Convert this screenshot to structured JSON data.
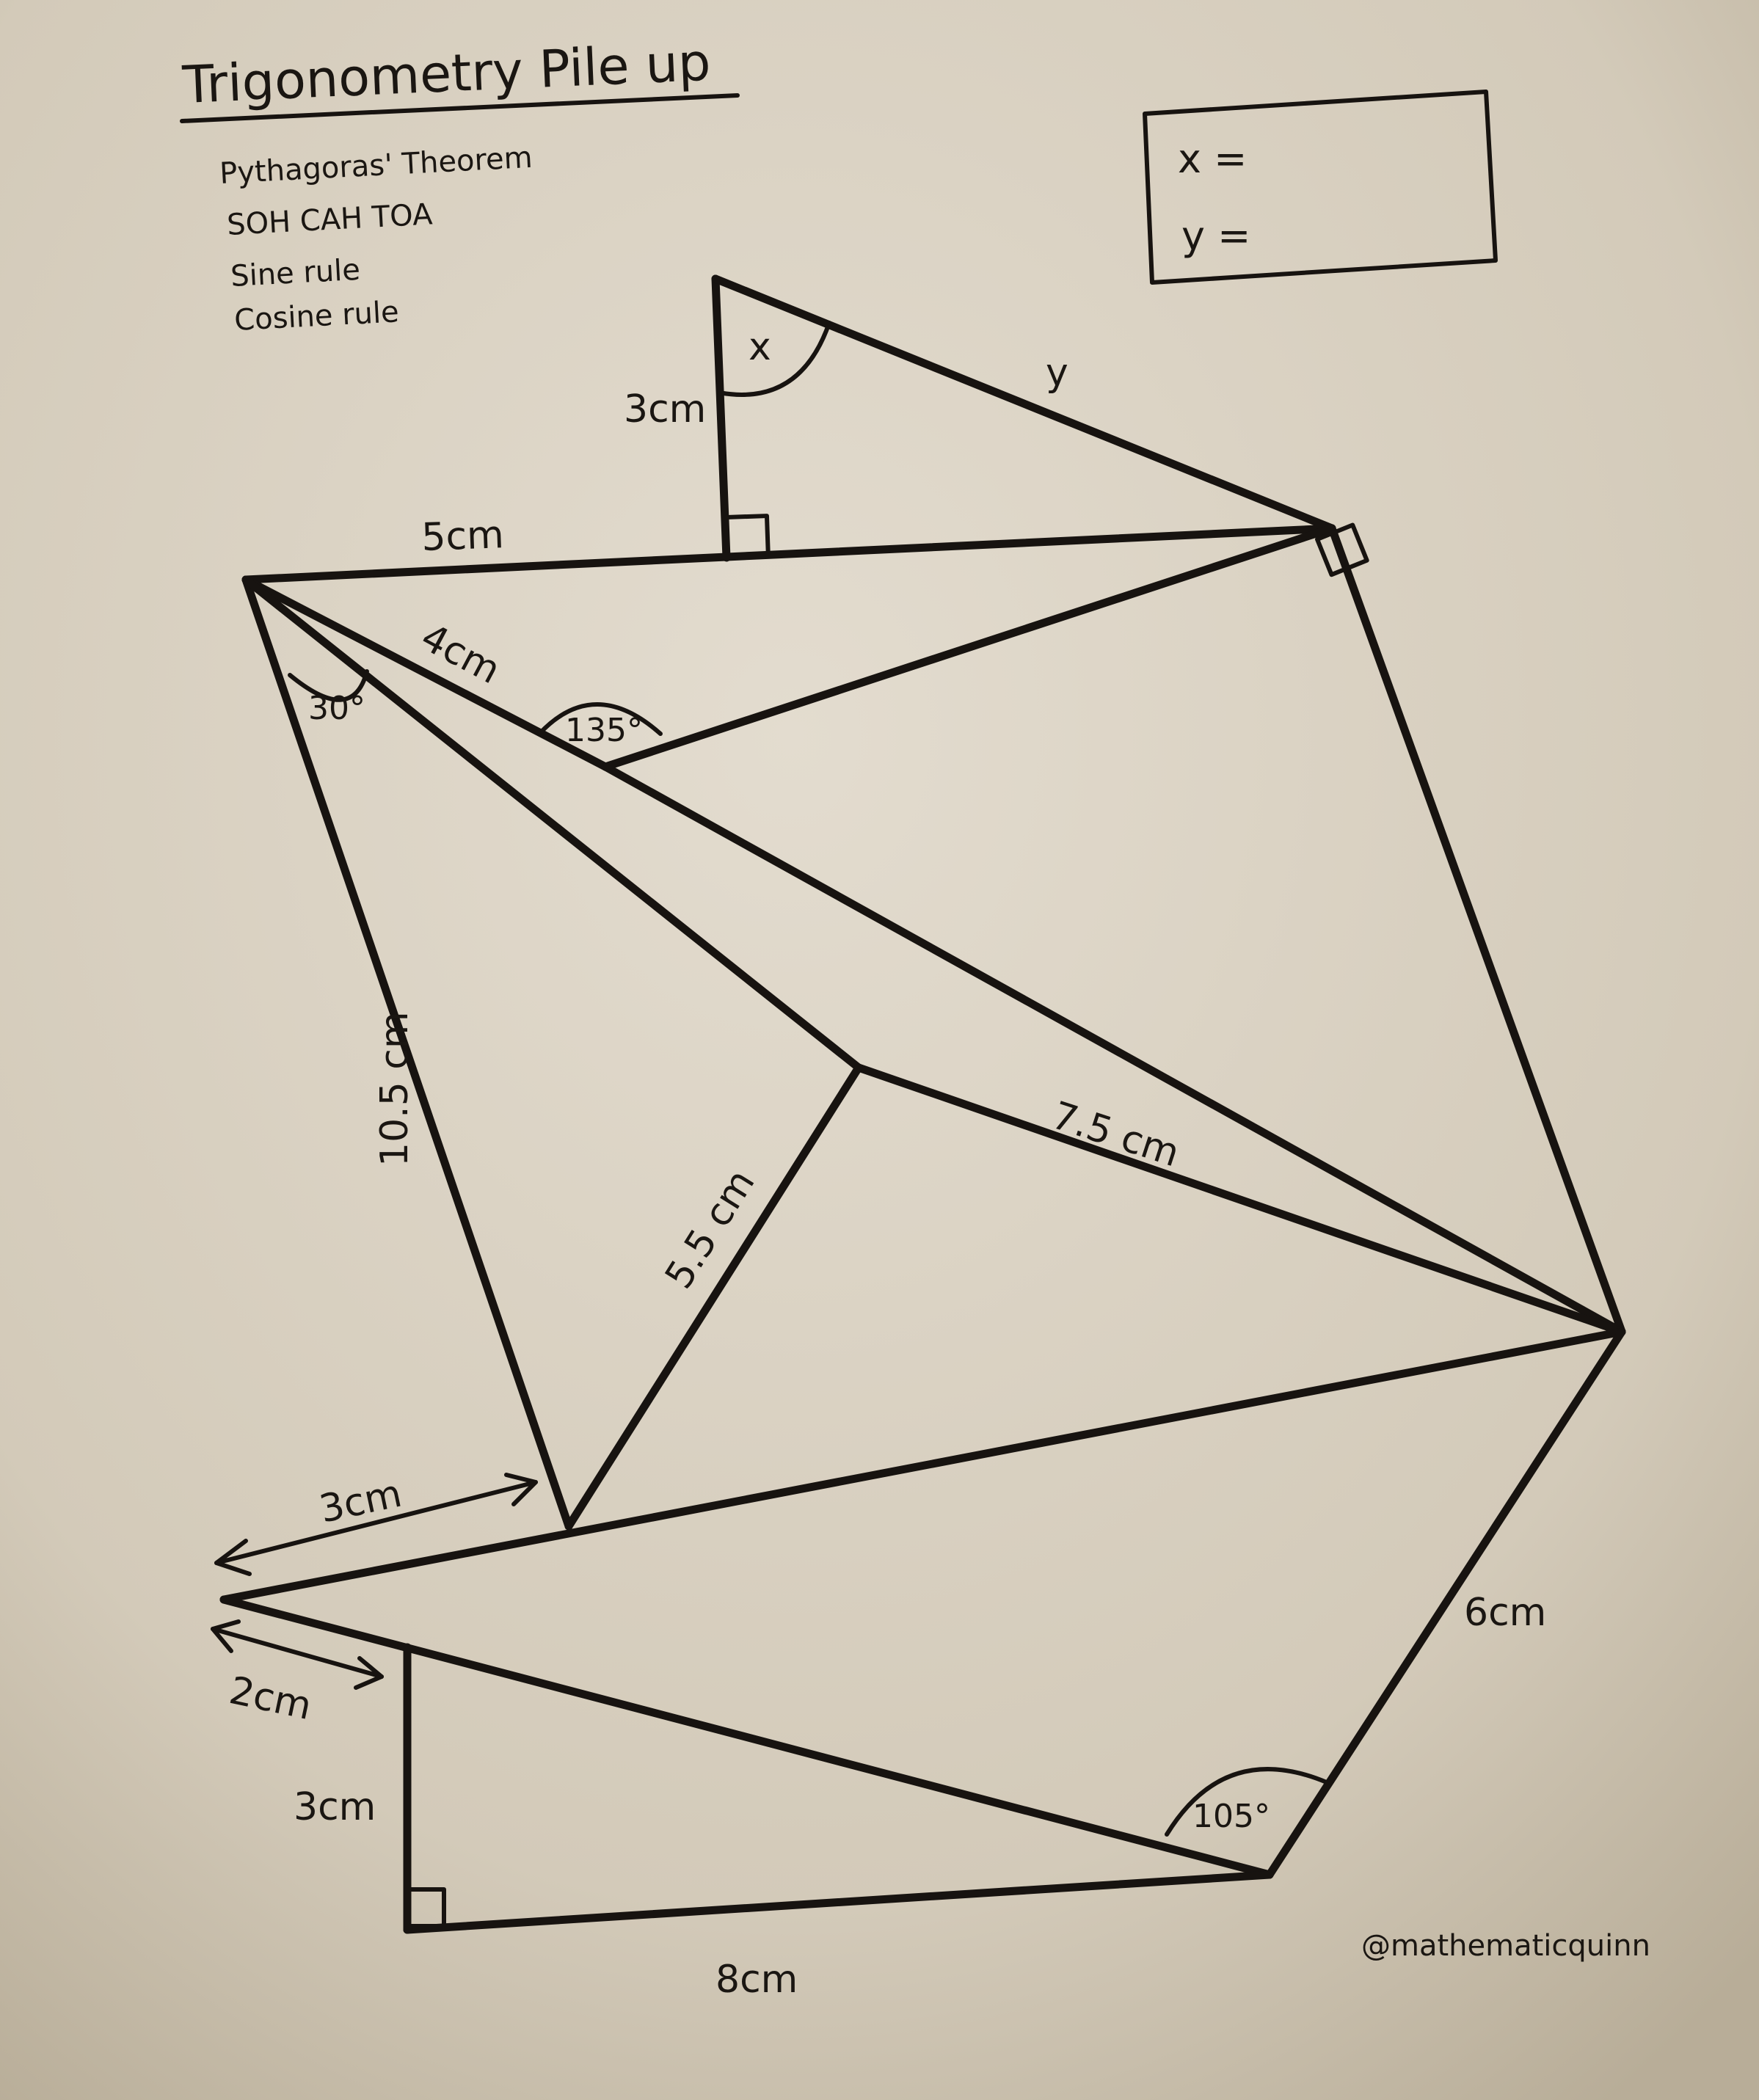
{
  "title": "Trigonometry Pile up",
  "methods": [
    "Pythagoras' Theorem",
    "SOH CAH TOA",
    "Sine rule",
    "Cosine rule"
  ],
  "answers": {
    "x_label": "x =",
    "y_label": "y ="
  },
  "labels": {
    "x_angle": "x",
    "y_side": "y",
    "side_3cm_top": "3cm",
    "side_5cm": "5cm",
    "side_4cm": "4cm",
    "angle_30": "30°",
    "angle_135": "135°",
    "side_10_5cm": "10.5 cm",
    "side_5_5cm": "5.5 cm",
    "side_7_5cm": "7.5 cm",
    "side_3cm_arrow": "3cm",
    "side_2cm_arrow": "2cm",
    "side_3cm_bottom": "3cm",
    "side_8cm": "8cm",
    "side_6cm": "6cm",
    "angle_105": "105°"
  },
  "credit": "@mathematicquinn",
  "colors": {
    "paper": "#d9d1c2",
    "ink": "#171310"
  }
}
